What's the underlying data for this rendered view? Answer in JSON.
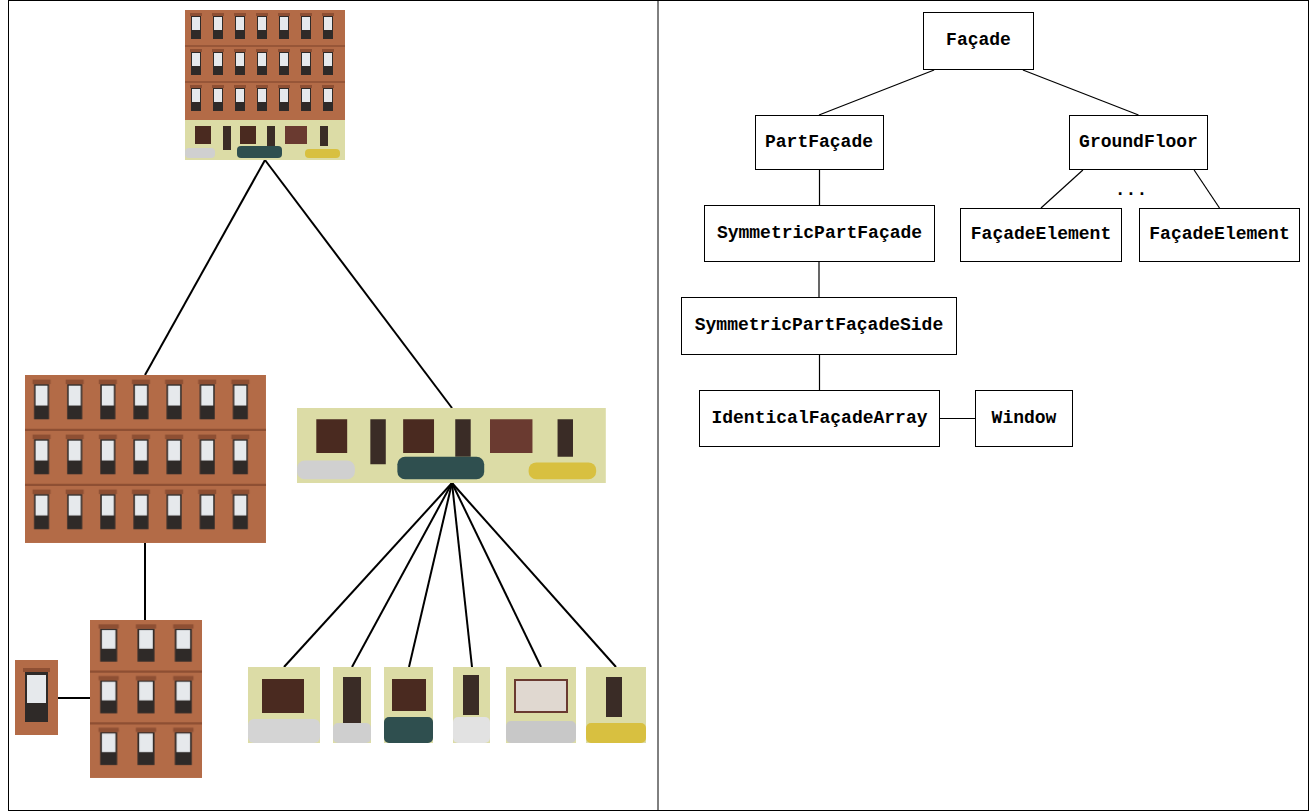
{
  "diagram": {
    "nodes": [
      {
        "text": [
          "Façade"
        ]
      },
      {
        "text": [
          "PartFaçade"
        ]
      },
      {
        "text": [
          "GroundFloor"
        ]
      },
      {
        "text": [
          "SymmetricPartFaçade"
        ]
      },
      {
        "text": [
          "FaçadeElement"
        ]
      },
      {
        "text": [
          "FaçadeElement"
        ]
      },
      {
        "text": [
          "SymmetricPartFaçadeSide"
        ]
      },
      {
        "text": [
          "IdenticalFaçadeArray"
        ]
      },
      {
        "text": [
          "Window"
        ]
      }
    ],
    "edges": [
      {
        "from": 0,
        "to": 1,
        "arrow": "none"
      },
      {
        "from": 0,
        "to": 2,
        "arrow": "none"
      },
      {
        "from": 1,
        "to": 3,
        "arrow": "none"
      },
      {
        "from": 2,
        "to": 4,
        "arrow": "none"
      },
      {
        "from": 2,
        "to": 5,
        "arrow": "none"
      },
      {
        "from": 3,
        "to": 6,
        "arrow": "none"
      },
      {
        "from": 6,
        "to": 7,
        "arrow": "none"
      },
      {
        "from": 7,
        "to": 8,
        "arrow": "none"
      }
    ],
    "labels": [
      "..."
    ]
  }
}
